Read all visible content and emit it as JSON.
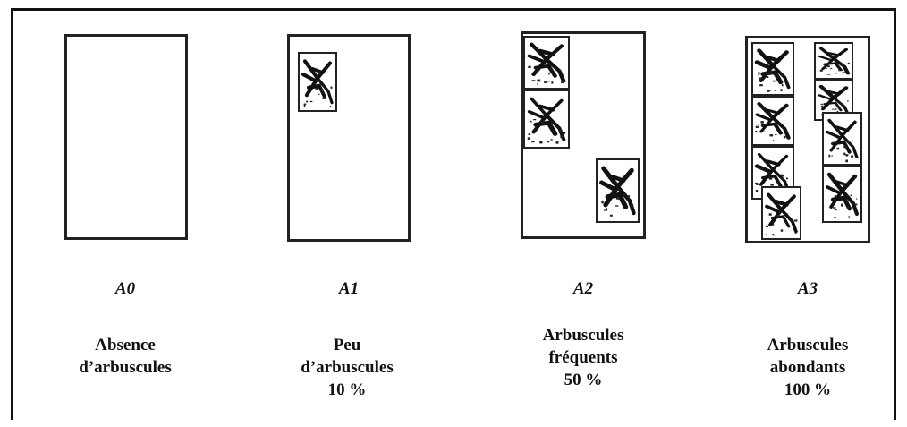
{
  "categories": [
    {
      "code": "A0",
      "lines": [
        "Absence",
        "d’arbuscules"
      ]
    },
    {
      "code": "A1",
      "lines": [
        "Peu",
        "d’arbuscules",
        "10 %"
      ]
    },
    {
      "code": "A2",
      "lines": [
        "Arbuscules",
        "fréquents",
        "50 %"
      ]
    },
    {
      "code": "A3",
      "lines": [
        "Arbuscules",
        "abondants",
        "100 %"
      ]
    }
  ],
  "arbuscule_levels": [
    0,
    0.1,
    0.5,
    1.0
  ]
}
